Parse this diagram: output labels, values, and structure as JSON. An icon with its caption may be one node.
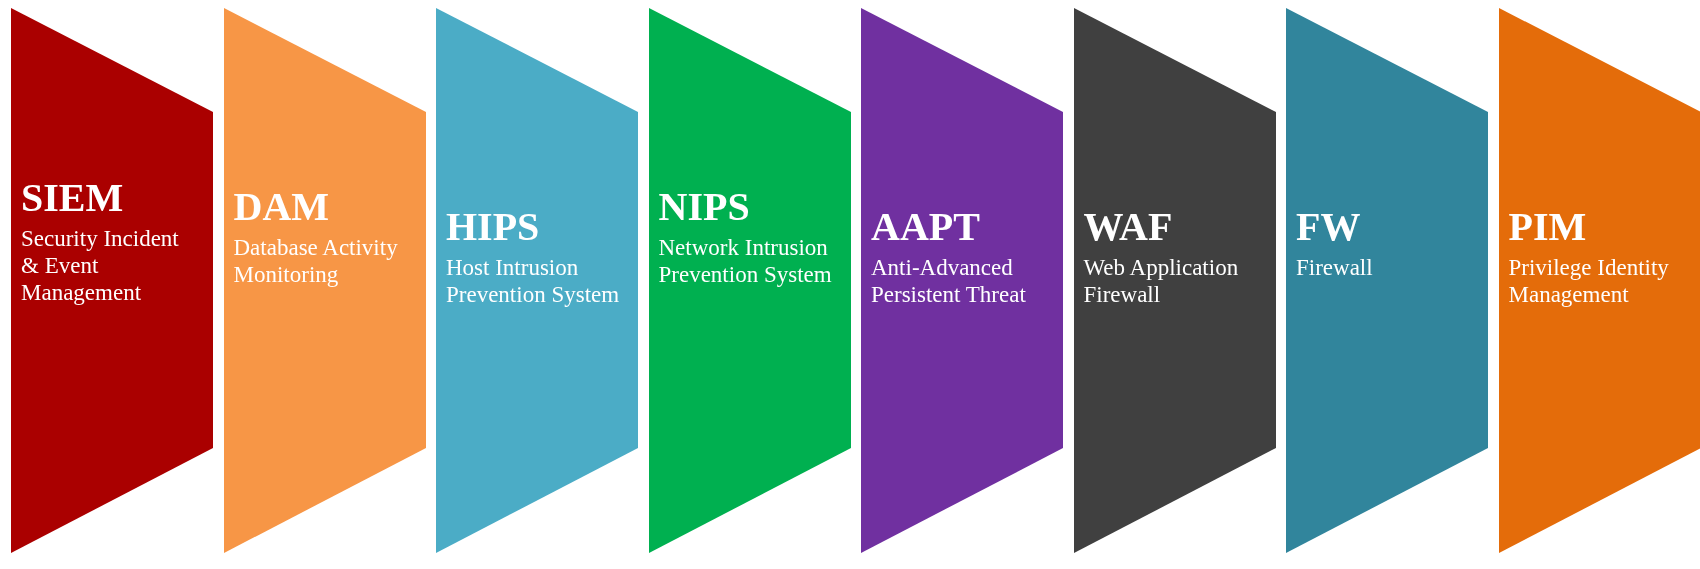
{
  "diagram": {
    "nodes": [
      {
        "text": [
          "SIEM",
          "Security Incident & Event Management"
        ]
      },
      {
        "text": [
          "DAM",
          "Database Activity Monitoring"
        ]
      },
      {
        "text": [
          "HIPS",
          "Host Intrusion Prevention System"
        ]
      },
      {
        "text": [
          "NIPS",
          "Network Intrusion Prevention System"
        ]
      },
      {
        "text": [
          "AAPT",
          "Anti-Advanced Persistent Threat"
        ]
      },
      {
        "text": [
          "WAF",
          "Web Application Firewall"
        ]
      },
      {
        "text": [
          "FW",
          "Firewall"
        ]
      },
      {
        "text": [
          "PIM",
          "Privilege Identity Management"
        ]
      }
    ]
  }
}
